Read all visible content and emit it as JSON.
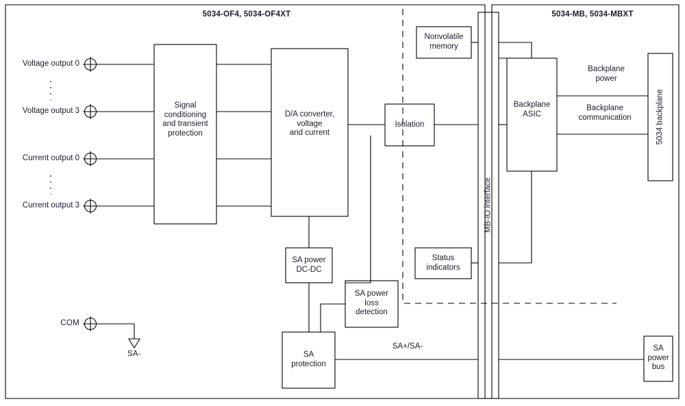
{
  "diagram": {
    "title_left": "5034-OF4, 5034-OF4XT",
    "title_right": "5034-MB, 5034-MBXT",
    "blocks": {
      "signal_conditioning": "Signal\nconditioning\nand transient\nprotection",
      "signal_conditioning_lines": [
        "Signal",
        "conditioning",
        "and transient",
        "protection"
      ],
      "da_converter_lines": [
        "D/A converter,",
        "voltage",
        "and current"
      ],
      "isolation": "Isolation",
      "nonvolatile_memory_lines": [
        "Nonvolatile",
        "memory"
      ],
      "status_indicators_lines": [
        "Status",
        "indicators"
      ],
      "backplane_asic_lines": [
        "Backplane",
        "ASIC"
      ],
      "mb_io_interface": "MB-IO interface",
      "backplane_5034": "5034 backplane",
      "sa_power_dcdc_lines": [
        "SA power",
        "DC-DC"
      ],
      "sa_power_loss_lines": [
        "SA power",
        "loss",
        "detection"
      ],
      "sa_protection_lines": [
        "SA",
        "protection"
      ],
      "sa_power_bus_lines": [
        "SA",
        "power",
        "bus"
      ]
    },
    "terminals": [
      {
        "label": "Voltage output 0"
      },
      {
        "label": "Voltage output 3"
      },
      {
        "label": "Current output 0"
      },
      {
        "label": "Current output 3"
      },
      {
        "label": "COM"
      }
    ],
    "net_labels": {
      "backplane_power_lines": [
        "Backplane",
        "power"
      ],
      "backplane_communication_lines": [
        "Backplane",
        "communication"
      ],
      "sa_plus_minus": "SA+/SA-",
      "sa_minus": "SA-"
    },
    "colors": {
      "line": "#000000",
      "text": "#1b1b28",
      "background": "#ffffff"
    }
  }
}
